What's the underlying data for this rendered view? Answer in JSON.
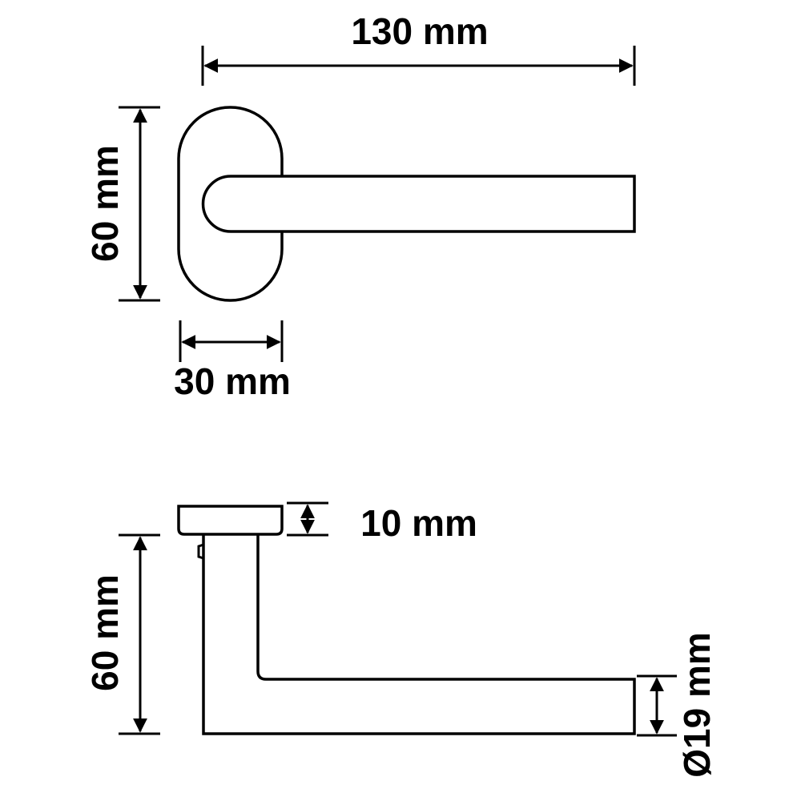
{
  "top_view": {
    "width_label": "130 mm",
    "height_label": "60 mm",
    "plate_width_label": "30 mm"
  },
  "side_view": {
    "plate_thickness_label": "10 mm",
    "height_label": "60 mm",
    "diameter_label": "Ø19 mm"
  }
}
